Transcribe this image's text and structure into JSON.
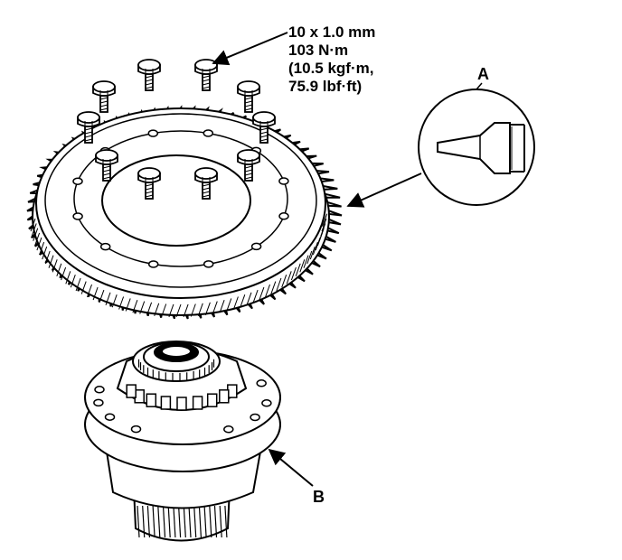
{
  "spec": {
    "line1": "10 x 1.0 mm",
    "line2": "103 N·m",
    "line3": "(10.5 kgf·m,",
    "line4": "75.9 lbf·ft)"
  },
  "labels": {
    "a": "A",
    "b": "B"
  },
  "colors": {
    "ink": "#000000",
    "paper": "#ffffff"
  }
}
